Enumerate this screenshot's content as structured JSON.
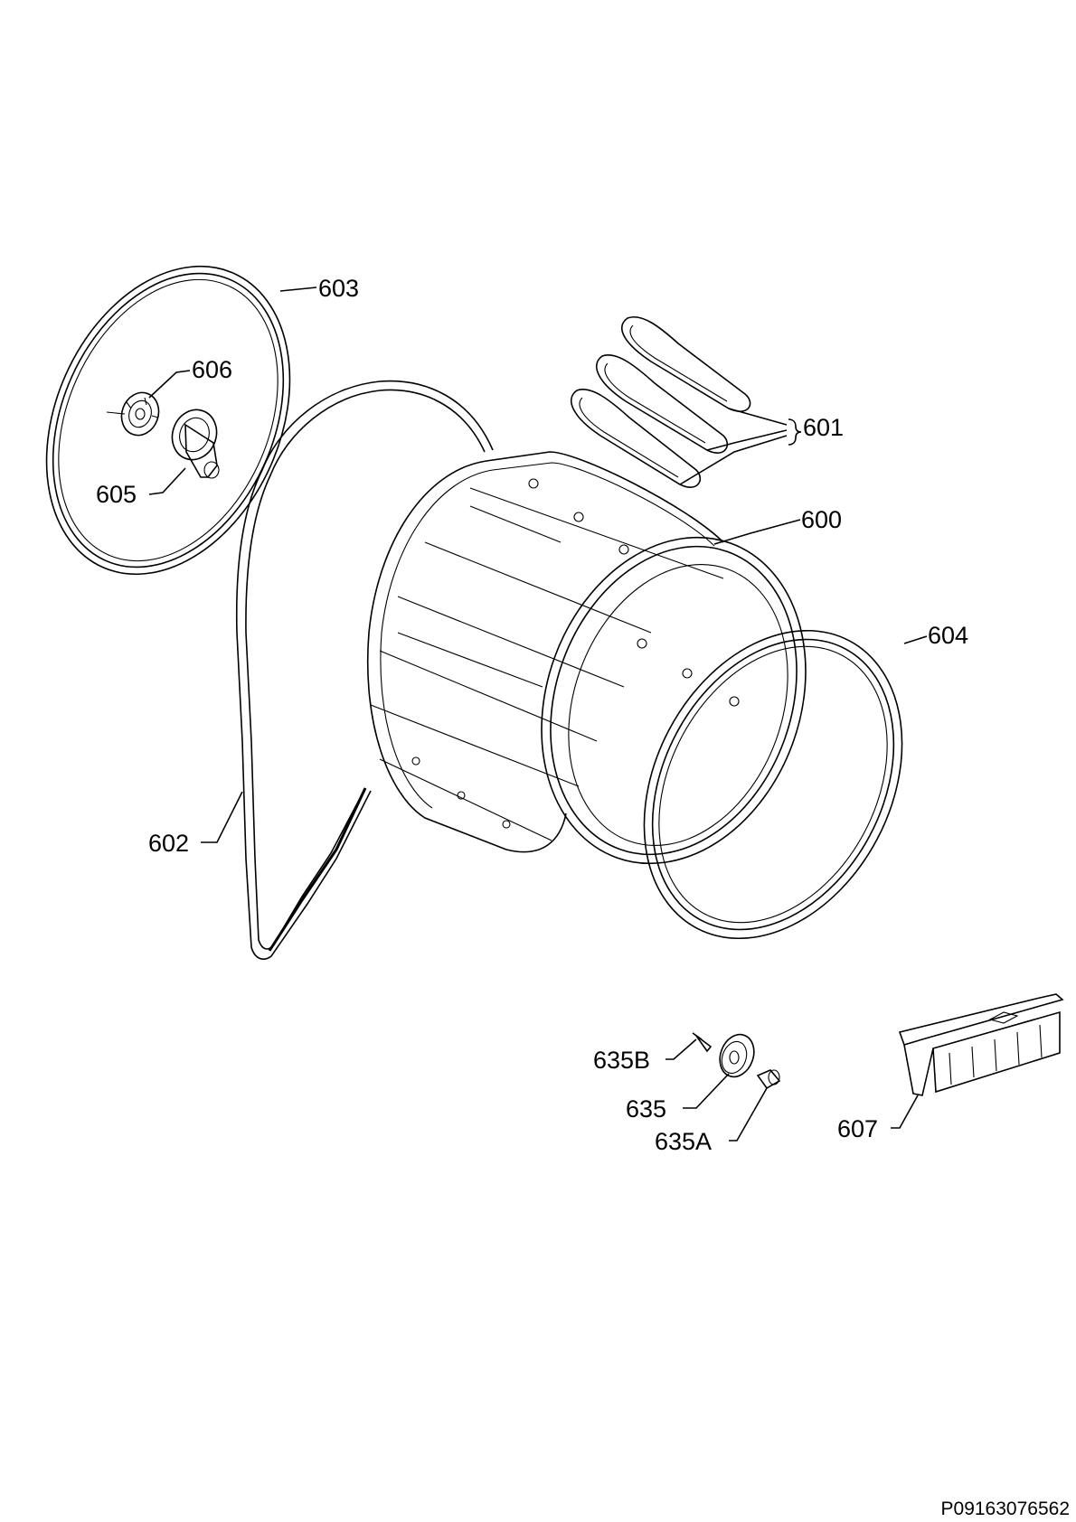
{
  "labels": {
    "p600": "600",
    "p601": "601",
    "p602": "602",
    "p603": "603",
    "p604": "604",
    "p605": "605",
    "p606": "606",
    "p607": "607",
    "p635": "635",
    "p635a": "635A",
    "p635b": "635B"
  },
  "footer": {
    "code": "P09163076562"
  }
}
